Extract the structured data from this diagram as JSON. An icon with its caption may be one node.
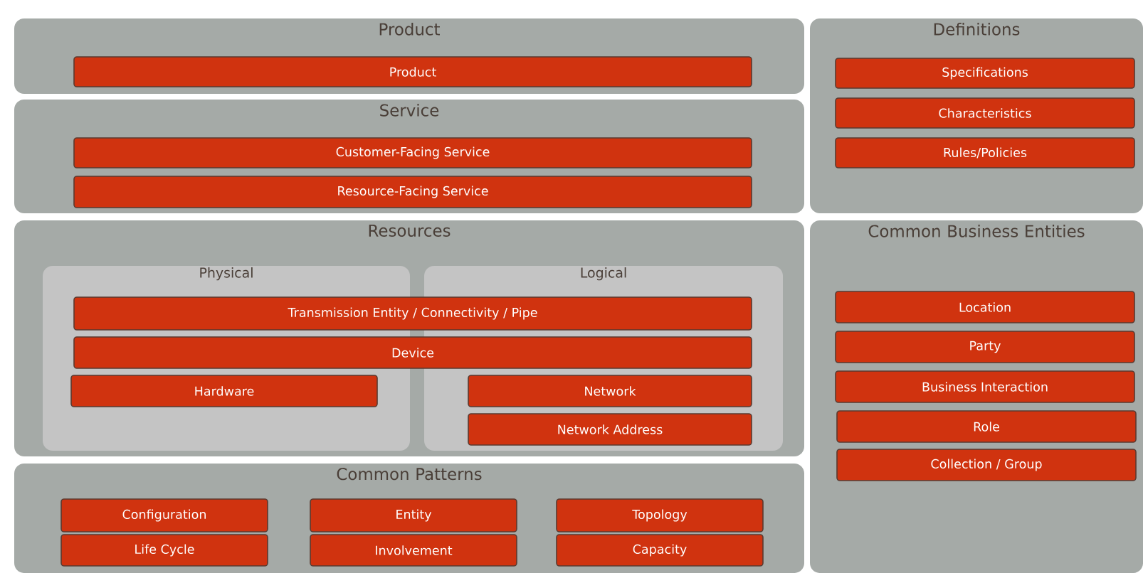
{
  "diagram": {
    "nodes": [
      {
        "text": [
          "Product"
        ]
      },
      {
        "text": [
          "Product"
        ],
        "in": 0
      },
      {
        "text": [
          "Service"
        ]
      },
      {
        "text": [
          "Customer-Facing Service"
        ],
        "in": 2
      },
      {
        "text": [
          "Resource-Facing Service"
        ],
        "in": 2
      },
      {
        "text": [
          "Definitions"
        ]
      },
      {
        "text": [
          "Specifications"
        ],
        "in": 5
      },
      {
        "text": [
          "Characteristics"
        ],
        "in": 5
      },
      {
        "text": [
          "Rules/Policies"
        ],
        "in": 5
      },
      {
        "text": [
          "Resources"
        ]
      },
      {
        "text": [
          "Physical"
        ],
        "in": 9
      },
      {
        "text": [
          "Logical"
        ],
        "in": 9
      },
      {
        "text": [
          "Transmission Entity / Connectivity / Pipe"
        ],
        "in": 9
      },
      {
        "text": [
          "Device"
        ],
        "in": 9
      },
      {
        "text": [
          "Hardware"
        ],
        "in": 10
      },
      {
        "text": [
          "Network"
        ],
        "in": 11
      },
      {
        "text": [
          "Network Address"
        ],
        "in": 11
      },
      {
        "text": [
          "Common Business Entities"
        ]
      },
      {
        "text": [
          "Location"
        ],
        "in": 17
      },
      {
        "text": [
          "Party"
        ],
        "in": 17
      },
      {
        "text": [
          "Business Interaction"
        ],
        "in": 17
      },
      {
        "text": [
          "Role"
        ],
        "in": 17
      },
      {
        "text": [
          "Collection / Group"
        ],
        "in": 17
      },
      {
        "text": [
          "Common Patterns"
        ]
      },
      {
        "text": [
          "Configuration"
        ],
        "in": 23
      },
      {
        "text": [
          "Entity"
        ],
        "in": 23
      },
      {
        "text": [
          "Topology"
        ],
        "in": 23
      },
      {
        "text": [
          "Life Cycle"
        ],
        "in": 23
      },
      {
        "text": [
          "Involvement"
        ],
        "in": 23
      },
      {
        "text": [
          "Capacity"
        ],
        "in": 23
      }
    ]
  }
}
